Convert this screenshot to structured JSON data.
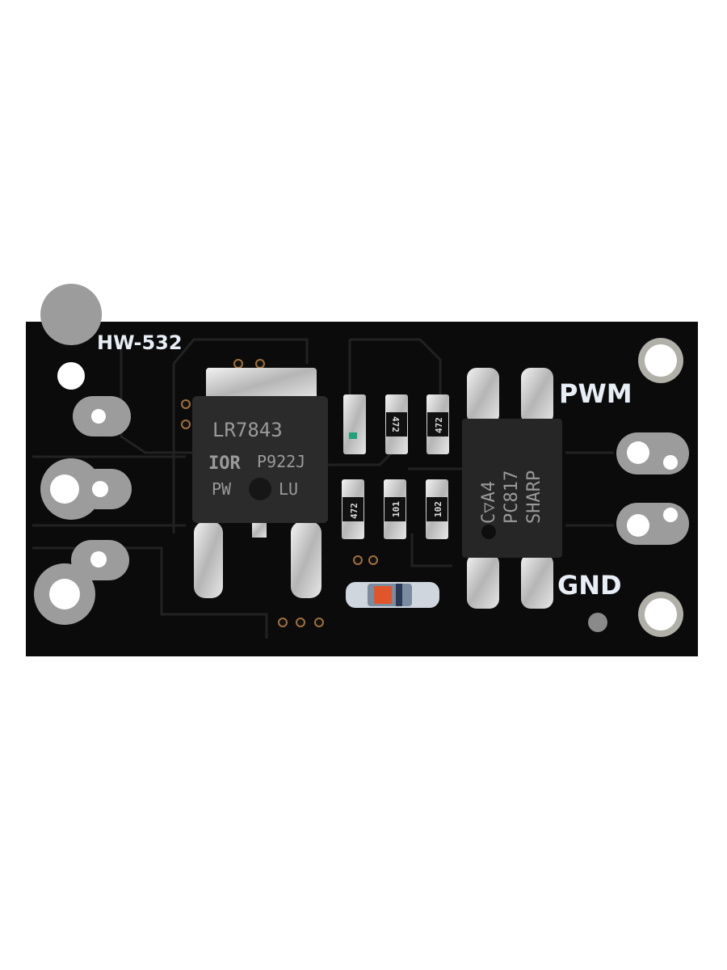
{
  "board": {
    "model_label": "HW-532",
    "pin_labels": {
      "pwm": "PWM",
      "gnd": "GND"
    },
    "colors": {
      "pcb": "#0b0b0b",
      "trace": "#1f1f1f",
      "pad": "#9c9c9c",
      "silkscreen": "#e8eef5"
    }
  },
  "mosfet": {
    "part": "LR7843",
    "logo": "IOR",
    "code": "P922J",
    "mark_left": "PW",
    "mark_right": "LU"
  },
  "optocoupler": {
    "line1": "C▽A4",
    "line2": "PC817",
    "line3": "SHARP"
  },
  "resistors": [
    "472",
    "472",
    "472",
    "101",
    "102"
  ]
}
